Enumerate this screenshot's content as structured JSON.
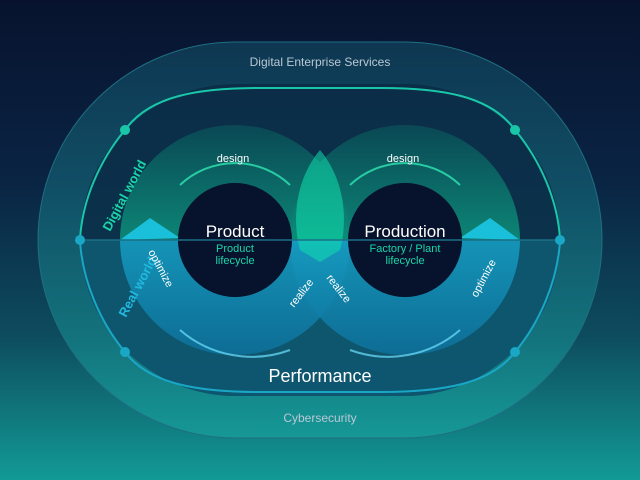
{
  "outer_top_label": "Digital Enterprise Services",
  "outer_bottom_label": "Cybersecurity",
  "side_labels": {
    "digital_world": "Digital world",
    "real_world": "Real world"
  },
  "performance_label": "Performance",
  "left_loop": {
    "title": "Product",
    "subtitle_1": "Product",
    "subtitle_2": "lifecycle",
    "design": "design",
    "optimize": "optimize",
    "realize": "realize"
  },
  "right_loop": {
    "title": "Production",
    "subtitle_1": "Factory / Plant",
    "subtitle_2": "lifecycle",
    "design": "design",
    "optimize": "optimize",
    "realize": "realize"
  },
  "colors": {
    "digital_green": "#0fd3a0",
    "real_blue": "#1bb6dc",
    "label_grey": "#b9c8d6",
    "white": "#ffffff"
  }
}
